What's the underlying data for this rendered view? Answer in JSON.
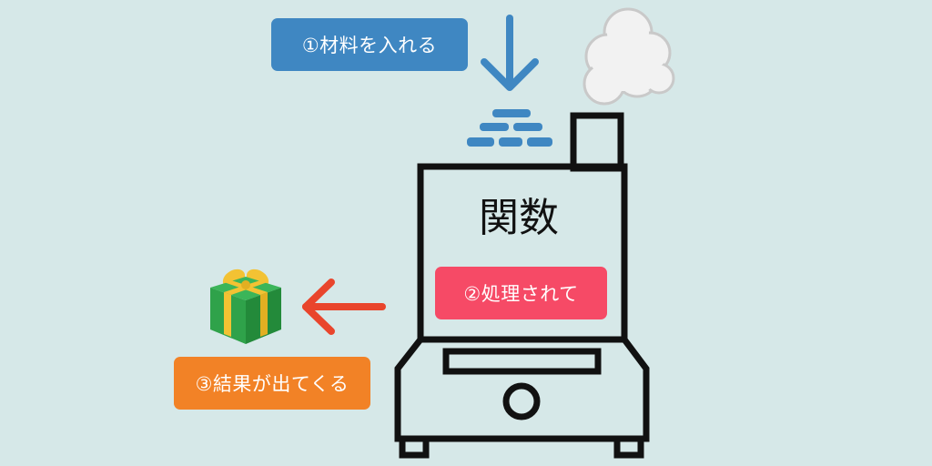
{
  "function_box": {
    "title": "関数"
  },
  "steps": [
    {
      "label": "①材料を入れる",
      "color": "#3f87c2"
    },
    {
      "label": "②処理されて",
      "color": "#f64a66"
    },
    {
      "label": "③結果が出てくる",
      "color": "#f28226"
    }
  ],
  "colors": {
    "background": "#d6e8e8",
    "machine_outline": "#111111",
    "input_arrow": "#3f87c2",
    "output_arrow": "#e9452c",
    "bricks": "#3f87c2",
    "smoke": "#f2f2f2",
    "gift_box": "#2fa24a",
    "gift_ribbon": "#f3c233"
  },
  "icons": [
    "down-arrow-icon",
    "bricks-icon",
    "smoke-icon",
    "left-arrow-icon",
    "gift-icon"
  ]
}
